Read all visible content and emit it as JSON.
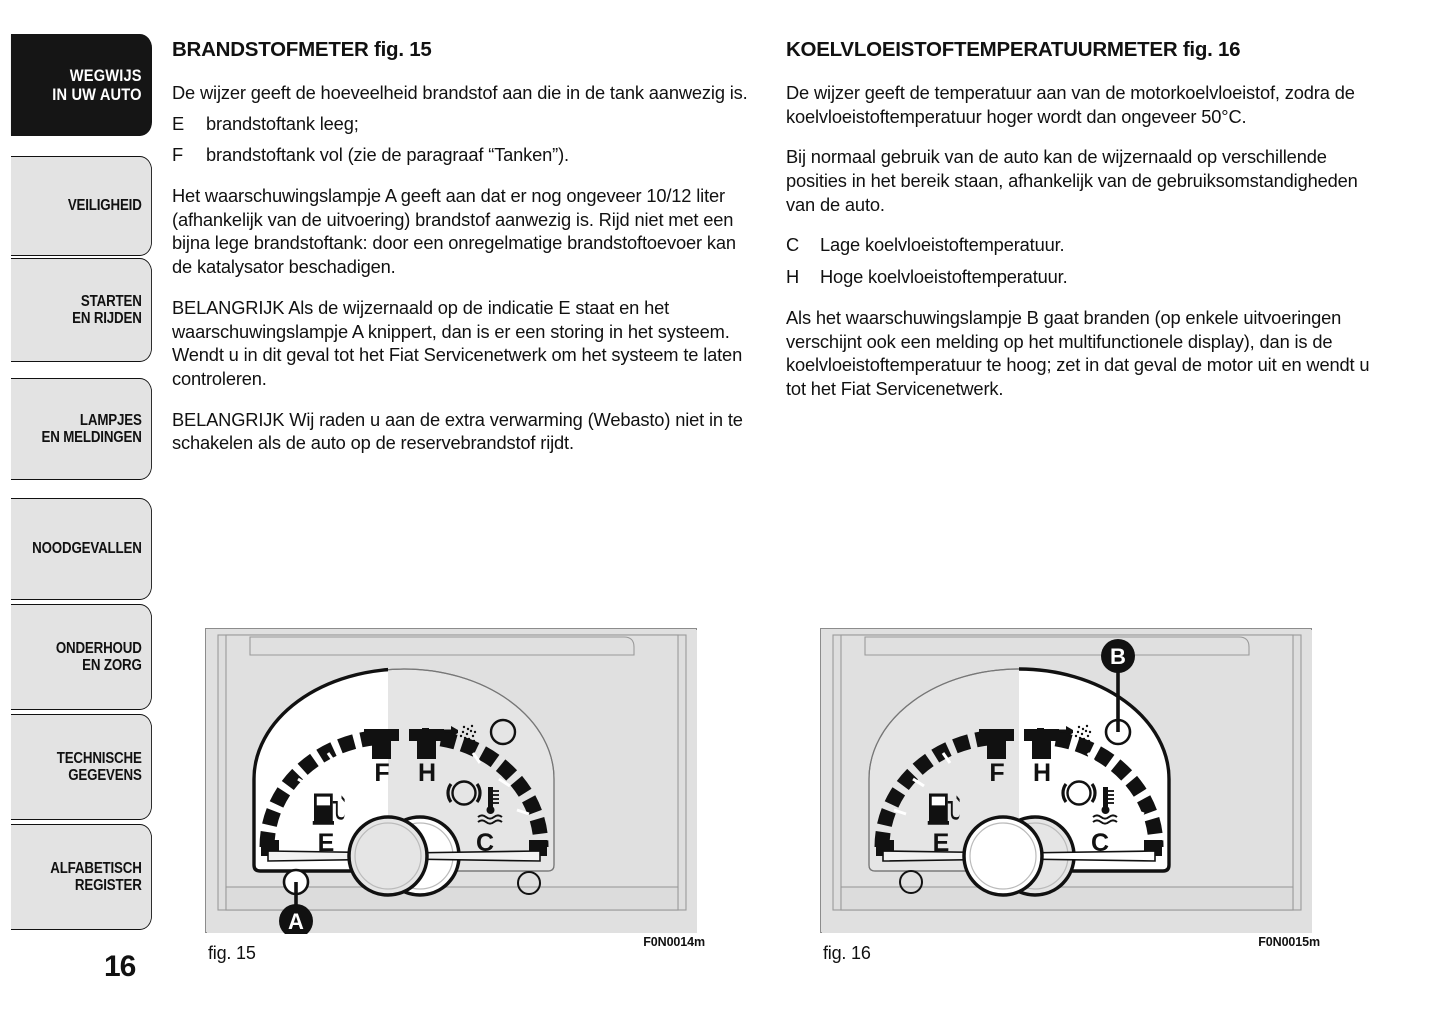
{
  "page": {
    "number": "16",
    "background_color": "#ffffff",
    "text_color": "#111111"
  },
  "sidebar": {
    "active_index": 0,
    "active_color": "#151515",
    "tab_color": "#e3e3e3",
    "items": [
      {
        "label": "WEGWIJS\nIN UW AUTO",
        "active": true
      },
      {
        "label": "VEILIGHEID",
        "active": false
      },
      {
        "label": "STARTEN\nEN RIJDEN",
        "active": false
      },
      {
        "label": "LAMPJES\nEN MELDINGEN",
        "active": false
      },
      {
        "label": "NOODGEVALLEN",
        "active": false
      },
      {
        "label": "ONDERHOUD\nEN ZORG",
        "active": false
      },
      {
        "label": "TECHNISCHE\nGEGEVENS",
        "active": false
      },
      {
        "label": "ALFABETISCH\nREGISTER",
        "active": false
      }
    ]
  },
  "left_column": {
    "title_main": "BRANDSTOFMETER",
    "title_fig": "fig. 15",
    "intro": "De wijzer geeft de hoeveelheid brandstof aan die in de tank aanwezig is.",
    "definitions": [
      {
        "key": "E",
        "value": "brandstoftank leeg;"
      },
      {
        "key": "F",
        "value": "brandstoftank vol (zie de paragraaf “Tanken”)."
      }
    ],
    "para_warning_lamp": "Het waarschuwingslampje A geeft aan dat er nog ongeveer 10/12 liter (afhankelijk van de uitvoering) brandstof aanwezig is. Rijd niet met een bijna lege brandstoftank: door een onregelmatige brandstoftoevoer kan de katalysator beschadigen.",
    "para_important_1": "BELANGRIJK Als de wijzernaald op de indicatie E staat en het waarschuwingslampje A knippert, dan is er een storing in het systeem. Wendt u in dit geval tot het Fiat Servicenetwerk om het systeem te laten controleren.",
    "para_important_2": "BELANGRIJK Wij raden u aan de extra verwarming (Webasto) niet in te schakelen als de auto op de reservebrandstof rijdt."
  },
  "right_column": {
    "title_main": "KOELVLOEISTOFTEMPERATUURMETER",
    "title_fig": "fig. 16",
    "intro": "De wijzer geeft de temperatuur aan van de motorkoelvloeistof, zodra de koelvloeistoftemperatuur hoger wordt dan ongeveer 50°C.",
    "para_normal_use": "Bij normaal gebruik van de auto kan de wijzernaald op verschillende posities in het bereik staan, afhankelijk van de gebruiksomstandigheden van de auto.",
    "definitions": [
      {
        "key": "C",
        "value": "Lage koelvloeistoftemperatuur."
      },
      {
        "key": "H",
        "value": "Hoge koelvloeistoftemperatuur."
      }
    ],
    "para_warning_lamp": "Als het waarschuwingslampje B gaat branden (op enkele uitvoeringen verschijnt ook een melding op het multifunctionele display), dan is de koelvloeistoftemperatuur te hoog; zet in dat geval de motor uit en wendt u tot het Fiat Servicenetwerk."
  },
  "figures": [
    {
      "id": "fig15",
      "caption": "fig. 15",
      "code": "F0N0014m",
      "callout": "A",
      "highlight_side": "left",
      "gauge_labels": {
        "fuel_full": "F",
        "fuel_empty": "E",
        "temp_hot": "H",
        "temp_cold": "C"
      },
      "icons": [
        "fuel-pump-icon",
        "washer-spray-icon",
        "brake-warning-icon",
        "coolant-temp-icon"
      ]
    },
    {
      "id": "fig16",
      "caption": "fig. 16",
      "code": "F0N0015m",
      "callout": "B",
      "highlight_side": "right",
      "gauge_labels": {
        "fuel_full": "F",
        "fuel_empty": "E",
        "temp_hot": "H",
        "temp_cold": "C"
      },
      "icons": [
        "fuel-pump-icon",
        "washer-spray-icon",
        "brake-warning-icon",
        "coolant-temp-icon"
      ]
    }
  ]
}
